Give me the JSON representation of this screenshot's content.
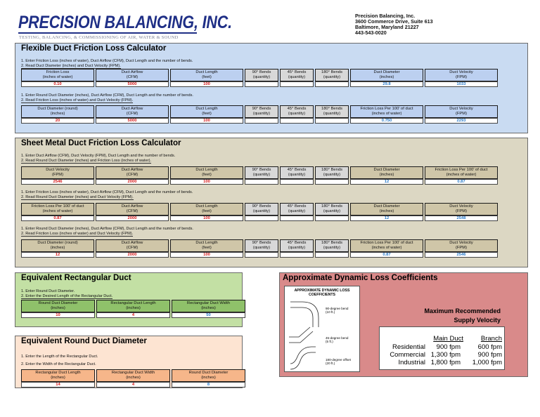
{
  "header": {
    "logo_title": "PRECISION BALANCING, INC.",
    "logo_tagline": "TESTING, BALANCING, & COMMISSIONING OF AIR, WATER & SOUND",
    "address": [
      "Precision Balancing, Inc.",
      "3600 Commerce Drive, Suite 613",
      "Baltimore, Maryland 21227",
      "443-543-0020"
    ]
  },
  "flex": {
    "title": "Flexible Duct Friction Loss Calculator",
    "s1_instr": [
      "1. Enter Friction Loss (inches of water), Duct Airflow (CFM), Duct Length  and the number of bends.",
      "2. Read Duct Diameter (inches) and Duct Velocity (FPM)."
    ],
    "s1_headers": [
      [
        "Friction Loss",
        "(inches of water)"
      ],
      [
        "Duct Airflow",
        "(CFM)"
      ],
      [
        "Duct Length",
        "(feet)"
      ],
      [
        "90° Bends",
        "(quantity)"
      ],
      [
        "45° Bends",
        "(quantity)"
      ],
      [
        "180° Bends",
        "(quantity)"
      ],
      [
        "Duct Diameter",
        "(inches)"
      ],
      [
        "Duct Velocity",
        "(FPM)"
      ]
    ],
    "s1_values": [
      "0.10",
      "5000",
      "100",
      "",
      "",
      "",
      "29.8",
      "1033"
    ],
    "s2_instr": [
      "1. Enter Round Duct Diameter (inches), Duct Airflow (CFM), Duct Length and the number of bends.",
      "2. Read Friction Loss (inches of water) and Duct Velocity (FPM)."
    ],
    "s2_headers": [
      [
        "Duct Diameter (round)",
        "(inches)"
      ],
      [
        "Duct Airflow",
        "(CFM)"
      ],
      [
        "Duct Length",
        "(feet)"
      ],
      [
        "90° Bends",
        "(quantity)"
      ],
      [
        "45° Bends",
        "(quantity)"
      ],
      [
        "180° Bends",
        "(quantity)"
      ],
      [
        "Friction Loss Per 100' of duct",
        "(inches of water)"
      ],
      [
        "Duct Velocity",
        "(FPM)"
      ]
    ],
    "s2_values": [
      "20",
      "5000",
      "100",
      "",
      "",
      "",
      "0.750",
      "2293"
    ]
  },
  "sheet": {
    "title": "Sheet Metal Duct Friction Loss Calculator",
    "s1_instr": [
      "1. Enter Duct Airflow (CFM), Duct Velocity (FPM), Duct Length and the number of bends.",
      "2. Read Round Duct Diameter (inches) and Friction Loss (inches of water)."
    ],
    "s1_headers": [
      [
        "Duct Velocity",
        "(FPM)"
      ],
      [
        "Duct Airflow",
        "(CFM)"
      ],
      [
        "Duct Length",
        "(feet)"
      ],
      [
        "90° Bends",
        "(quantity)"
      ],
      [
        "45° Bends",
        "(quantity)"
      ],
      [
        "180° Bends",
        "(quantity)"
      ],
      [
        "Duct Diameter",
        "(inches)"
      ],
      [
        "Friction Loss Per 100' of duct",
        "(inches of water)"
      ]
    ],
    "s1_values": [
      "2546",
      "2000",
      "100",
      "",
      "",
      "",
      "12",
      "0.87"
    ],
    "s2_instr": [
      "1. Enter Friction Loss (inches of water), Duct Airflow (CFM), Duct Length  and the number of bends.",
      "2. Read Round Duct Diameter (inches) and Duct Velocity (FPM)."
    ],
    "s2_headers": [
      [
        "Friction Loss Per 100' of duct",
        "(inches of water)"
      ],
      [
        "Duct Airflow",
        "(CFM)"
      ],
      [
        "Duct Length",
        "(feet)"
      ],
      [
        "90° Bends",
        "(quantity)"
      ],
      [
        "45° Bends",
        "(quantity)"
      ],
      [
        "180° Bends",
        "(quantity)"
      ],
      [
        "Duct Diameter",
        "(inches)"
      ],
      [
        "Duct Velocity",
        "(FPM)"
      ]
    ],
    "s2_values": [
      "0.87",
      "2000",
      "100",
      "",
      "",
      "",
      "12",
      "2548"
    ],
    "s3_instr": [
      "1. Enter Round Duct Diameter (inches), Duct Airflow (CFM), Duct Length and the number of bends.",
      "2. Read Friction Loss (inches of water) and Duct Velocity (FPM)."
    ],
    "s3_headers": [
      [
        "Duct Diameter (round)",
        "(inches)"
      ],
      [
        "Duct Airflow",
        "(CFM)"
      ],
      [
        "Duct Length",
        "(feet)"
      ],
      [
        "90° Bends",
        "(quantity)"
      ],
      [
        "45° Bends",
        "(quantity)"
      ],
      [
        "180° Bends",
        "(quantity)"
      ],
      [
        "Friction Loss Per 100' of duct",
        "(inches of water)"
      ],
      [
        "Duct Velocity",
        "(FPM)"
      ]
    ],
    "s3_values": [
      "12",
      "2000",
      "100",
      "",
      "",
      "",
      "0.87",
      "2546"
    ]
  },
  "rect": {
    "title": "Equivalent Rectangular Duct",
    "instr": [
      "1. Enter Round Duct Diameter.",
      "2. Enter the Desired Length of the Rectangular Duct."
    ],
    "headers": [
      [
        "Round Duct Diameter",
        "(inches)"
      ],
      [
        "Rectangular Duct Length",
        "(inches)"
      ],
      [
        "Rectangular Duct Width",
        "(inches)"
      ]
    ],
    "values": [
      "10",
      "4",
      "50"
    ]
  },
  "round": {
    "title": "Equivalent Round Duct Diameter",
    "instr": [
      "1. Enter the Length of the Rectangular Duct.",
      "2. Enter the Width of the Rectangular Duct."
    ],
    "headers": [
      [
        "Rectangular Duct Length",
        "(inches)"
      ],
      [
        "Rectangular Duct Width",
        "(inches)"
      ],
      [
        "Round Duct Diameter",
        "(inches)"
      ]
    ],
    "values": [
      "14",
      "4",
      "8"
    ]
  },
  "coef": {
    "title": "Approximate Dynamic Loss Coefficients",
    "img_title": [
      "APPROXIMATE DYNAMIC LOSS",
      "COEFFICIENTS"
    ],
    "fittings": [
      [
        "90-degree bend",
        "(10 ft.)"
      ],
      [
        "45-degree bend",
        "(5 ft.)"
      ],
      [
        "180-degree offset",
        "(20 ft.)"
      ]
    ],
    "max_rec": [
      "Maximum Recommended",
      "Supply Velocity"
    ],
    "col_main": "Main Duct",
    "col_branch": "Branch",
    "rows": [
      {
        "label": "Residential",
        "main": "900 fpm",
        "branch": "600 fpm"
      },
      {
        "label": "Commercial",
        "main": "1,300 fpm",
        "branch": "900 fpm"
      },
      {
        "label": "Industrial",
        "main": "1,800 fpm",
        "branch": "1,000 fpm"
      }
    ]
  },
  "colors": {
    "flex_bg": "#c9dbf2",
    "sheet_bg": "#dcd7c3",
    "rect_bg": "#c3e0a4",
    "round_bg": "#fde4d2",
    "coef_bg": "#d98a8a",
    "input_red": "#d41818",
    "output_blue": "#2a7ac8"
  }
}
